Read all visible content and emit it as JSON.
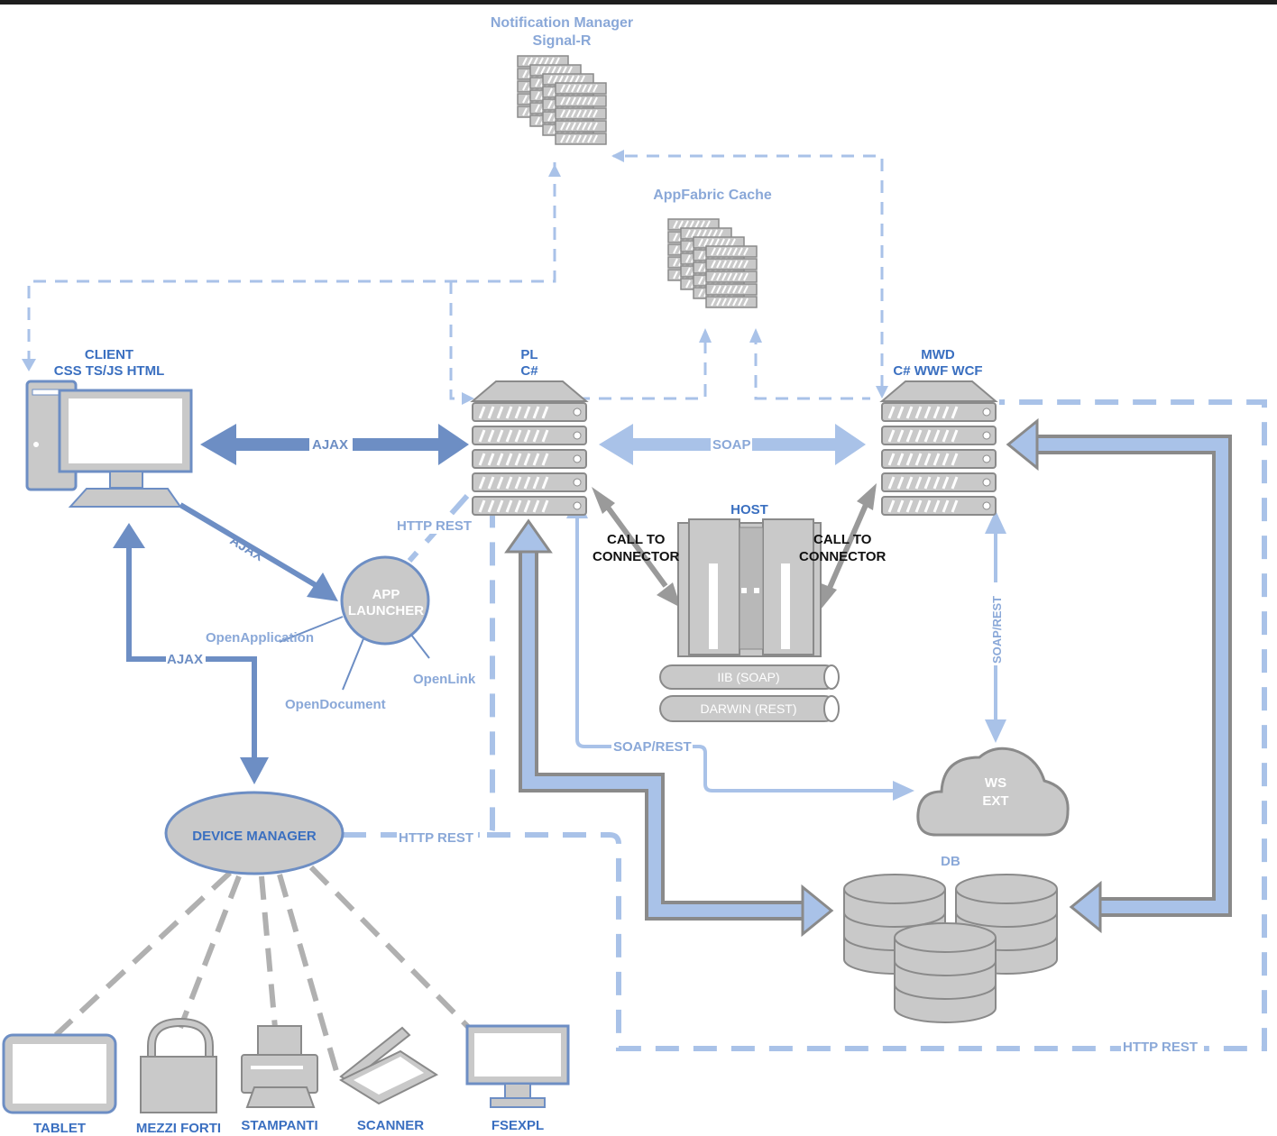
{
  "colors": {
    "dark_blue": "#6d8ec4",
    "light_blue": "#a9c2e8",
    "gray": "#c9c9c9",
    "gray_stroke": "#8a8a8a",
    "label_blue": "#3a6fc0",
    "label_light": "#8aa8d8"
  },
  "nodes": {
    "notification_manager": {
      "line1": "Notification Manager",
      "line2": "Signal-R",
      "icon": "server-stack-icon"
    },
    "appfabric": {
      "label": "AppFabric Cache",
      "icon": "server-stack-icon"
    },
    "client": {
      "line1": "CLIENT",
      "line2": "CSS TS/JS HTML",
      "icon": "desktop-computer-icon"
    },
    "pl": {
      "line1": "PL",
      "line2": "C#",
      "icon": "rack-server-icon"
    },
    "mwd": {
      "line1": "MWD",
      "line2": "C# WWF WCF",
      "icon": "rack-server-icon"
    },
    "host": {
      "label": "HOST",
      "icon": "mainframe-icon",
      "bus1": "IIB (SOAP)",
      "bus2": "DARWIN (REST)"
    },
    "app_launcher": {
      "line1": "APP",
      "line2": "LAUNCHER"
    },
    "device_manager": {
      "label": "DEVICE MANAGER"
    },
    "ws_ext": {
      "line1": "WS",
      "line2": "EXT",
      "icon": "cloud-icon"
    },
    "db": {
      "label": "DB",
      "icon": "database-icon"
    }
  },
  "edges": {
    "client_pl": "AJAX",
    "client_launcher": "AJAX",
    "client_device": "AJAX",
    "pl_mwd": "SOAP",
    "pl_host_1": "CALL TO",
    "pl_host_2": "CONNECTOR",
    "mwd_host_1": "CALL TO",
    "mwd_host_2": "CONNECTOR",
    "pl_launcher": "HTTP REST",
    "pl_wsext": "SOAP/REST",
    "mwd_wsext": "SOAP/REST",
    "device_pl": "HTTP REST",
    "outer_loop": "HTTP REST"
  },
  "launcher_actions": [
    "OpenApplication",
    "OpenLink",
    "OpenDocument"
  ],
  "devices": [
    "TABLET",
    "MEZZI FORTI",
    "STAMPANTI",
    "SCANNER",
    "FSEXPL"
  ]
}
